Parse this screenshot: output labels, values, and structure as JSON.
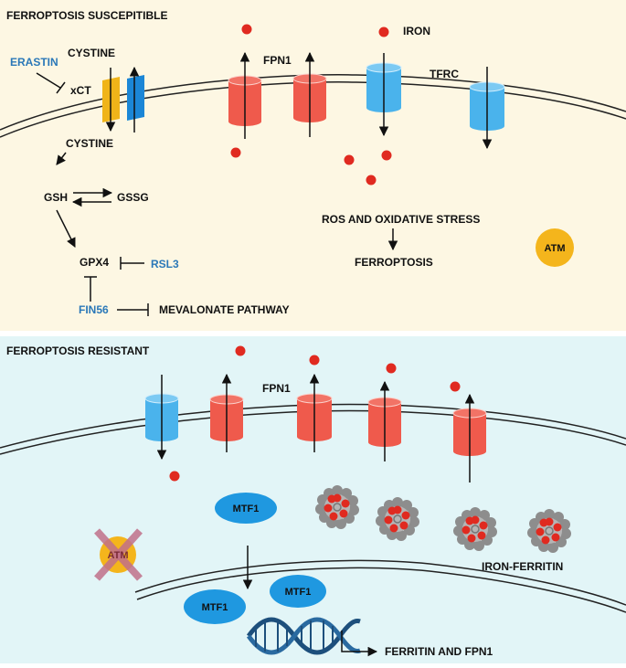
{
  "top_panel": {
    "title": "FERROPTOSIS SUSCEPITIBLE",
    "labels": {
      "erastin": "ERASTIN",
      "cystine_top": "CYSTINE",
      "xct": "xCT",
      "cystine_bottom": "CYSTINE",
      "gsh": "GSH",
      "gssg": "GSSG",
      "gpx4": "GPX4",
      "rsl3": "RSL3",
      "fin56": "FIN56",
      "mevalonate": "MEVALONATE PATHWAY",
      "fpn1": "FPN1",
      "iron": "IRON",
      "tfrc": "TFRC",
      "ros": "ROS AND OXIDATIVE STRESS",
      "ferroptosis": "FERROPTOSIS",
      "atm": "ATM"
    }
  },
  "bottom_panel": {
    "title": "FERROPTOSIS RESISTANT",
    "labels": {
      "fpn1": "FPN1",
      "mtf1_top": "MTF1",
      "mtf1_left": "MTF1",
      "mtf1_right": "MTF1",
      "atm": "ATM",
      "iron_ferritin": "IRON-FERRITIN",
      "ferritin_fpn1": "FERRITIN AND FPN1"
    }
  },
  "colors": {
    "top_bg": "#fdf7e3",
    "bottom_bg": "#e2f5f7",
    "iron": "#e02a20",
    "fpn1_channel": "#ef5a4c",
    "tfrc_channel": "#4ab3ec",
    "xct_orange": "#f0b419",
    "xct_blue": "#1b86d6",
    "atm": "#f4b51c",
    "mtf1": "#1f98e0",
    "inhibitor_text": "#2a78b8",
    "dna": "#1d4f7c"
  }
}
